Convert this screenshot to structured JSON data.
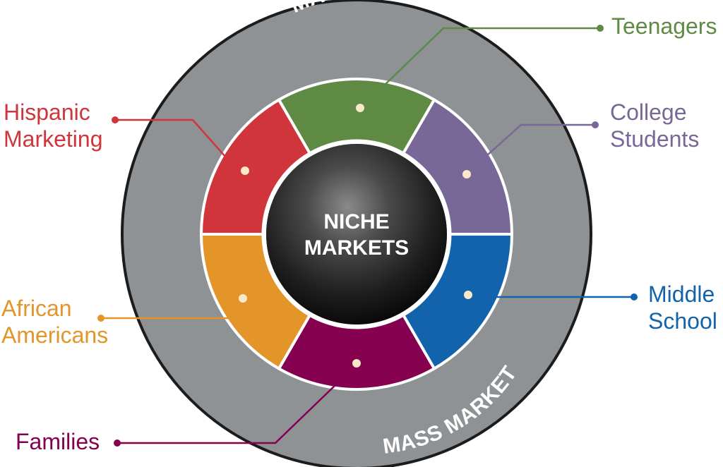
{
  "center": {
    "line1": "NICHE",
    "line2": "MARKETS"
  },
  "ring": {
    "top_label": "MASS MARKET",
    "bottom_label": "MASS MARKET"
  },
  "segments": [
    {
      "key": "teenagers",
      "lines": [
        "Teenagers"
      ],
      "color": "#5e8a44"
    },
    {
      "key": "college-students",
      "lines": [
        "College",
        "Students"
      ],
      "color": "#786898"
    },
    {
      "key": "middle-school",
      "lines": [
        "Middle",
        "School"
      ],
      "color": "#1263ab"
    },
    {
      "key": "families",
      "lines": [
        "Families"
      ],
      "color": "#860050"
    },
    {
      "key": "african-americans",
      "lines": [
        "African",
        "Americans"
      ],
      "color": "#e4952a"
    },
    {
      "key": "hispanic-marketing",
      "lines": [
        "Hispanic",
        "Marketing"
      ],
      "color": "#cf353b"
    }
  ]
}
